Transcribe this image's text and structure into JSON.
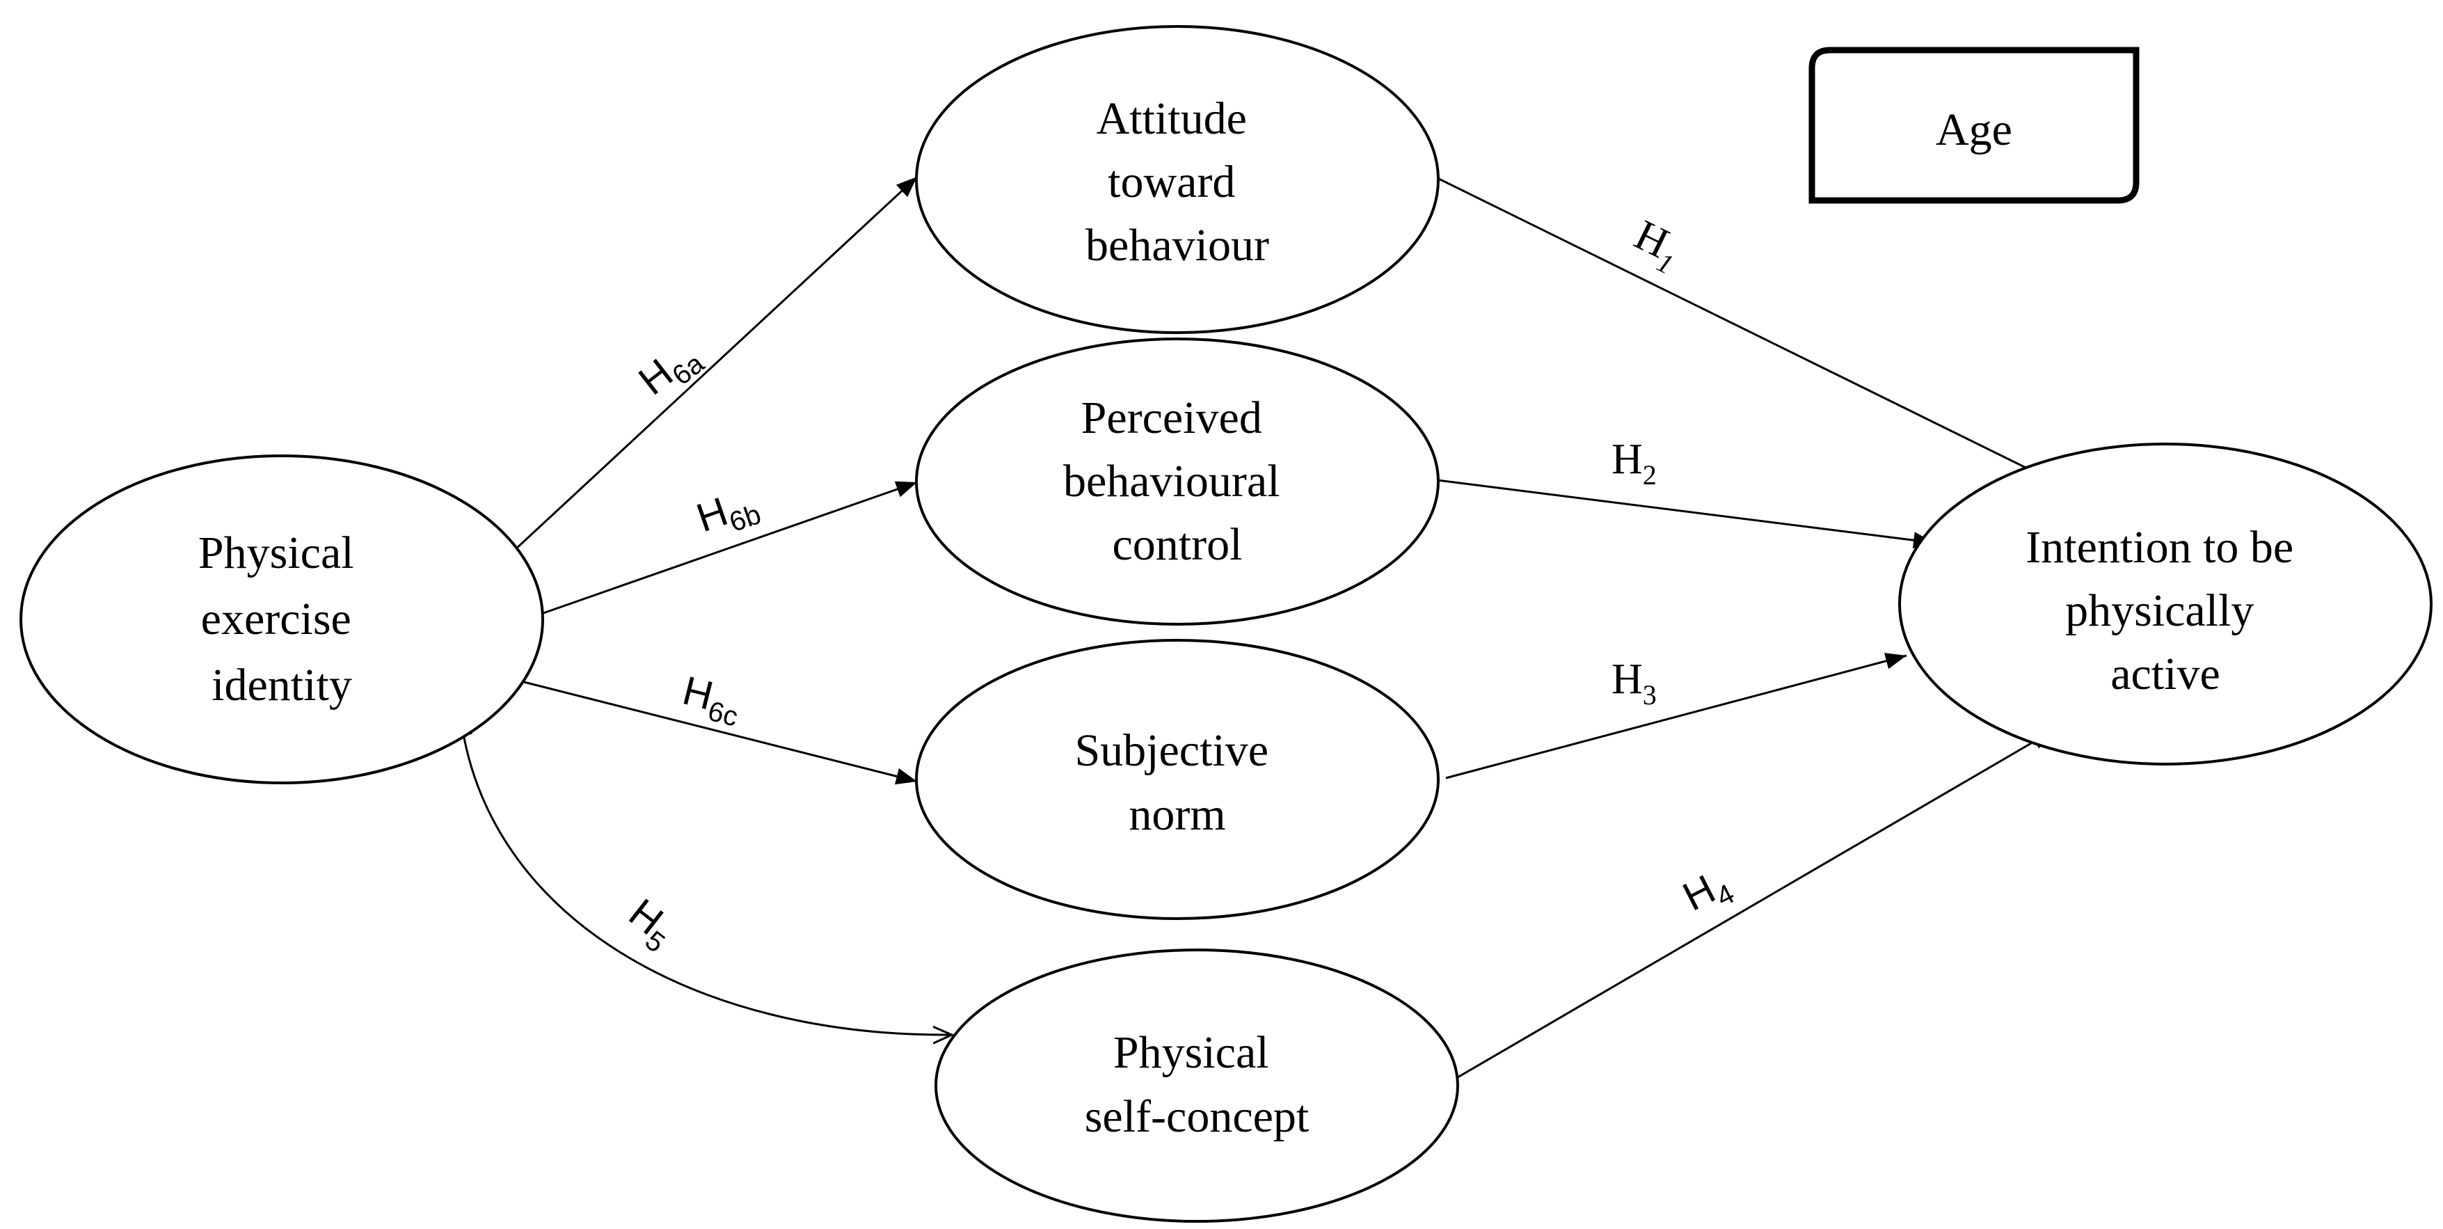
{
  "nodes": {
    "identity": {
      "lines": [
        "Physical",
        "exercise",
        "identity"
      ]
    },
    "attitude": {
      "lines": [
        "Attitude",
        "toward",
        "behaviour"
      ]
    },
    "pbc": {
      "lines": [
        "Perceived",
        "behavioural",
        "control"
      ]
    },
    "norm": {
      "lines": [
        "Subjective",
        "norm"
      ]
    },
    "selfconcept": {
      "lines": [
        "Physical",
        "self-concept"
      ]
    },
    "intention": {
      "lines": [
        "Intention to be",
        "physically",
        "active"
      ]
    }
  },
  "moderator": {
    "label": "Age"
  },
  "hypotheses": {
    "h1": {
      "main": "H",
      "sub": "1"
    },
    "h2": {
      "main": "H",
      "sub": "2"
    },
    "h3": {
      "main": "H",
      "sub": "3"
    },
    "h4": {
      "main": "H",
      "sub": "4"
    },
    "h5": {
      "main": "H",
      "sub": "5"
    },
    "h6a": {
      "main": "H",
      "sub": "6a"
    },
    "h6b": {
      "main": "H",
      "sub": "6b"
    },
    "h6c": {
      "main": "H",
      "sub": "6c"
    }
  }
}
